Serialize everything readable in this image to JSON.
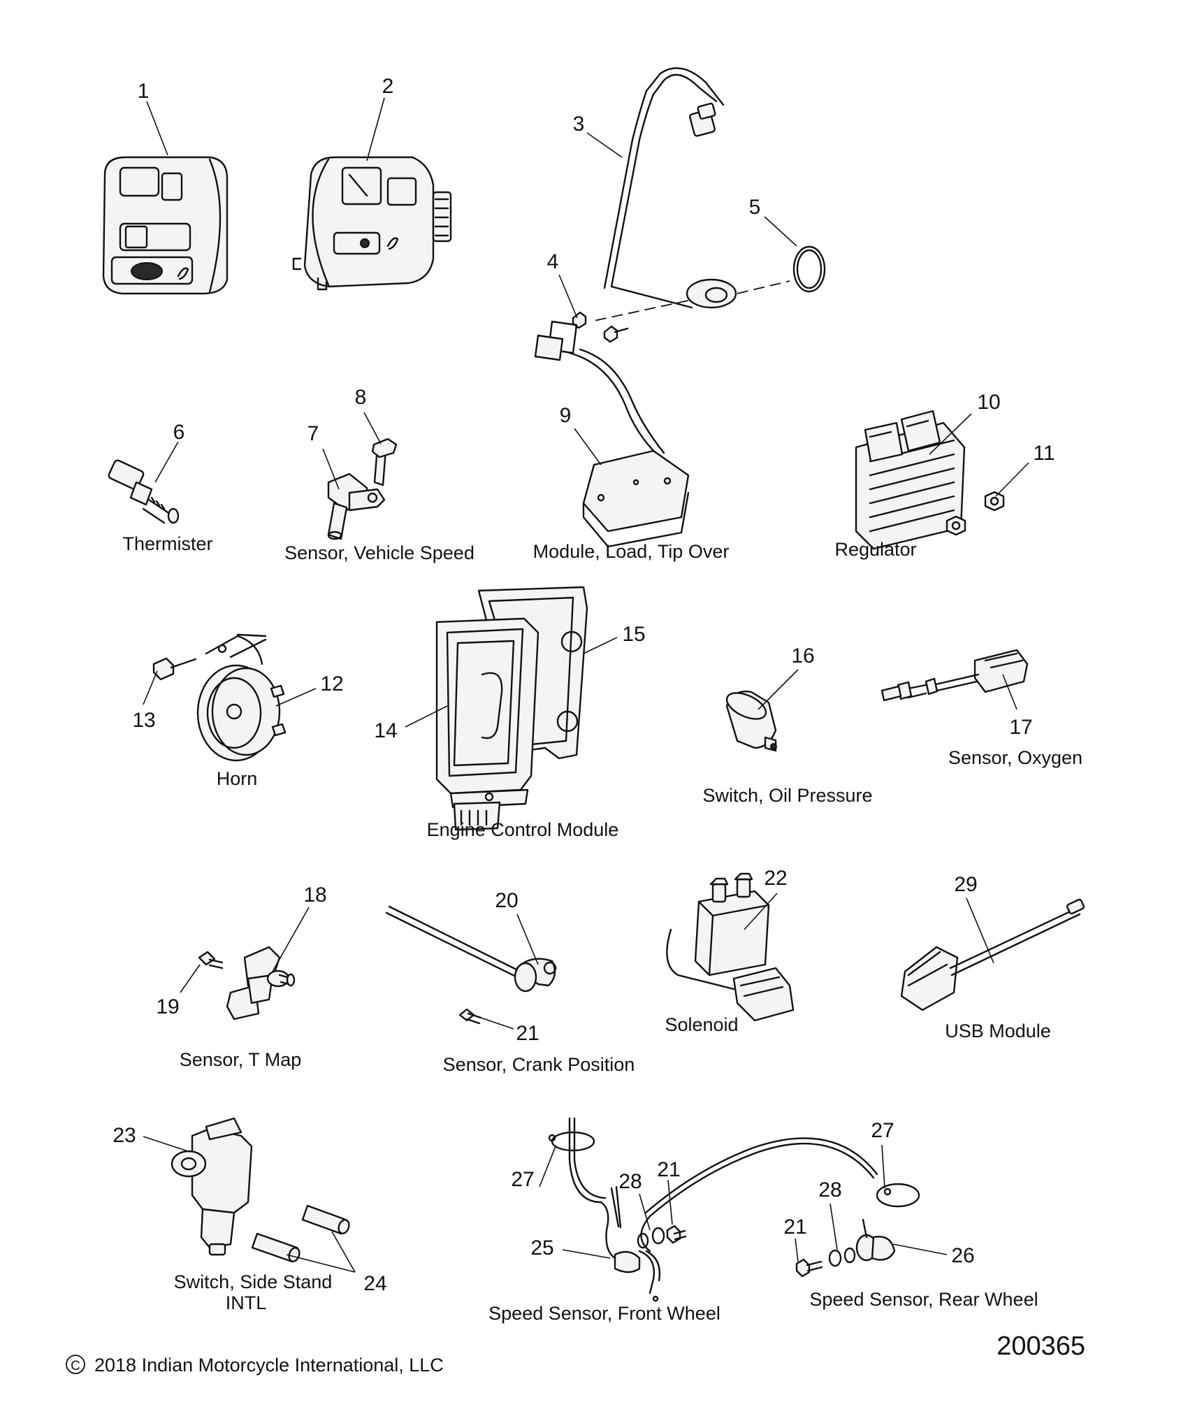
{
  "callouts": {
    "c1": "1",
    "c2": "2",
    "c3": "3",
    "c4": "4",
    "c5": "5",
    "c6": "6",
    "c7": "7",
    "c8": "8",
    "c9": "9",
    "c10": "10",
    "c11": "11",
    "c12": "12",
    "c13": "13",
    "c14": "14",
    "c15": "15",
    "c16": "16",
    "c17": "17",
    "c18": "18",
    "c19": "19",
    "c20": "20",
    "c21a": "21",
    "c22": "22",
    "c23": "23",
    "c24": "24",
    "c25": "25",
    "c26": "26",
    "c27a": "27",
    "c27b": "27",
    "c28a": "28",
    "c28b": "28",
    "c21b": "21",
    "c21c": "21",
    "c29": "29"
  },
  "captions": {
    "thermister": "Thermister",
    "vehicle_speed": "Sensor, Vehicle Speed",
    "tip_over": "Module, Load, Tip Over",
    "regulator": "Regulator",
    "horn": "Horn",
    "ecm": "Engine Control Module",
    "oil_pressure": "Switch, Oil Pressure",
    "oxygen": "Sensor, Oxygen",
    "t_map": "Sensor, T Map",
    "crank": "Sensor, Crank Position",
    "solenoid": "Solenoid",
    "usb": "USB Module",
    "side_stand_line1": "Switch, Side Stand",
    "side_stand_line2": "INTL",
    "front_wheel": "Speed Sensor, Front Wheel",
    "rear_wheel": "Speed Sensor, Rear Wheel"
  },
  "document_number": "200365",
  "copyright": "2018 Indian Motorcycle International, LLC",
  "copyright_symbol": "C"
}
